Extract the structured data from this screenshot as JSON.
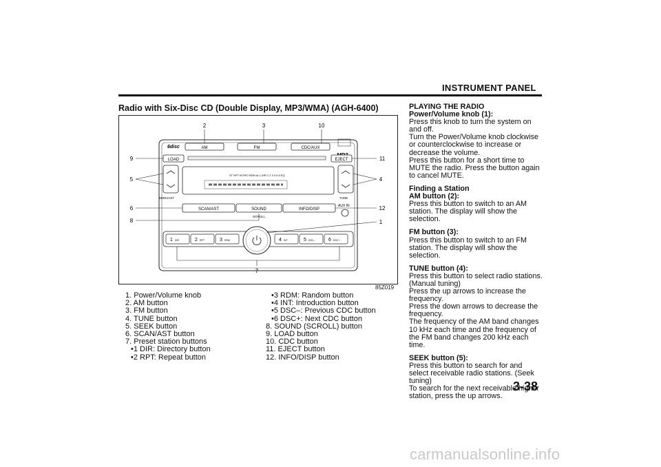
{
  "header": {
    "title": "INSTRUMENT PANEL"
  },
  "section_title": "Radio with Six-Disc CD (Double Display, MP3/WMA) (AGH-6400)",
  "figure": {
    "code": "85Z019",
    "callouts": [
      "1",
      "2",
      "3",
      "4",
      "5",
      "6",
      "7",
      "8",
      "9",
      "10",
      "11",
      "12"
    ],
    "buttons": {
      "am": "AM",
      "fm": "FM",
      "cdc_aux": "CDC/AUX",
      "load": "LOAD",
      "eject": "EJECT",
      "scan_ast": "SCAN/AST",
      "sound": "SOUND",
      "info_disp": "INFO/DISP",
      "scroll": "SCROLL",
      "aux_in": "AUX IN",
      "seek_ast": "SEEK/AST",
      "tune": "TUNE",
      "six_disc": "6disc",
      "mp3": "MP3",
      "presets": [
        {
          "num": "1",
          "sub": "DIR"
        },
        {
          "num": "2",
          "sub": "RPT"
        },
        {
          "num": "3",
          "sub": "RDM"
        },
        {
          "num": "4",
          "sub": "INT"
        },
        {
          "num": "5",
          "sub": "DSC–"
        },
        {
          "num": "6",
          "sub": "DSC+"
        }
      ],
      "display_text": "ST RPT   INTRO RDM  ALL DIR  1 2 3 4 5 6   EQ"
    }
  },
  "legend_left": [
    "1. Power/Volume knob",
    "2. AM button",
    "3. FM button",
    "4. TUNE button",
    "5. SEEK button",
    "6. SCAN/AST button",
    "7. Preset station buttons",
    "•1 DIR: Directory button",
    "•2 RPT: Repeat button"
  ],
  "legend_right": [
    "•3 RDM: Random button",
    "•4 INT: Introduction button",
    "•5 DSC–: Previous CDC button",
    "•6 DSC+: Next CDC button",
    "8. SOUND (SCROLL) button",
    "9. LOAD button",
    "10. CDC button",
    "11. EJECT button",
    "12. INFO/DISP button"
  ],
  "right_column": {
    "playing_heading": "PLAYING THE RADIO",
    "power_heading": "Power/Volume knob (1):",
    "power_text": "Press this knob to turn the system on and off.\nTurn the Power/Volume knob clockwise or counterclockwise to increase or decrease the volume.\nPress this button for a short time to MUTE the radio. Press the button again to cancel MUTE.",
    "finding_heading": "Finding a Station",
    "am_heading": "AM button (2):",
    "am_text": "Press this button to switch to an AM station. The display will show the selection.",
    "fm_heading": "FM button (3):",
    "fm_text": "Press this button to switch to an FM station. The display will show the selection.",
    "tune_heading": "TUNE button (4):",
    "tune_text": "Press this button to select radio stations. (Manual tuning)\nPress the up arrows to increase the frequency.\nPress the down arrows to decrease the frequency.\nThe frequency of the AM band changes 10 kHz each time and the frequency of the FM band changes 200 kHz each time.",
    "seek_heading": "SEEK button (5):",
    "seek_text": "Press this button to search for and select receivable radio stations. (Seek tuning)\nTo search for the next receivable higher station, press the up arrows."
  },
  "page_number": "3-38",
  "watermark": "carmanualsonline.info"
}
